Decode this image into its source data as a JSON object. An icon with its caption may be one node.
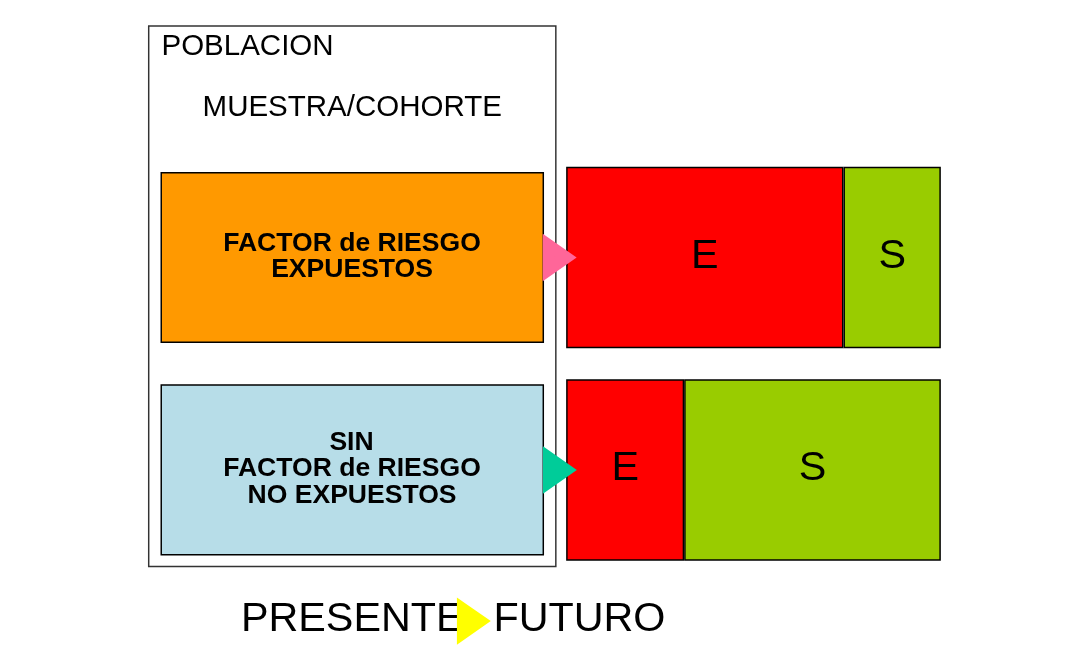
{
  "diagram": {
    "nodes": [
      {
        "text": [
          "POBLACION"
        ]
      },
      {
        "text": [
          "FACTOR de RIESGO",
          "EXPUESTOS"
        ],
        "in": 0
      },
      {
        "text": [
          "SIN",
          "FACTOR de RIESGO",
          "NO EXPUESTOS"
        ],
        "in": 0
      },
      {
        "text": [
          "E"
        ]
      },
      {
        "text": [
          "S"
        ]
      },
      {
        "text": [
          "E"
        ]
      },
      {
        "text": [
          "S"
        ]
      },
      {
        "text": [
          "PRESENTE"
        ]
      },
      {
        "text": [
          "FUTURO"
        ]
      }
    ],
    "edges": [
      {
        "from": 1,
        "to": 3,
        "arrow": "to",
        "color": "#ff6699"
      },
      {
        "from": 2,
        "to": 5,
        "arrow": "to",
        "color": "#00cc99"
      },
      {
        "from": 7,
        "to": 8,
        "arrow": "to",
        "color": "#ffff00"
      }
    ],
    "labels": [
      "MUESTRA/COHORTE"
    ]
  }
}
